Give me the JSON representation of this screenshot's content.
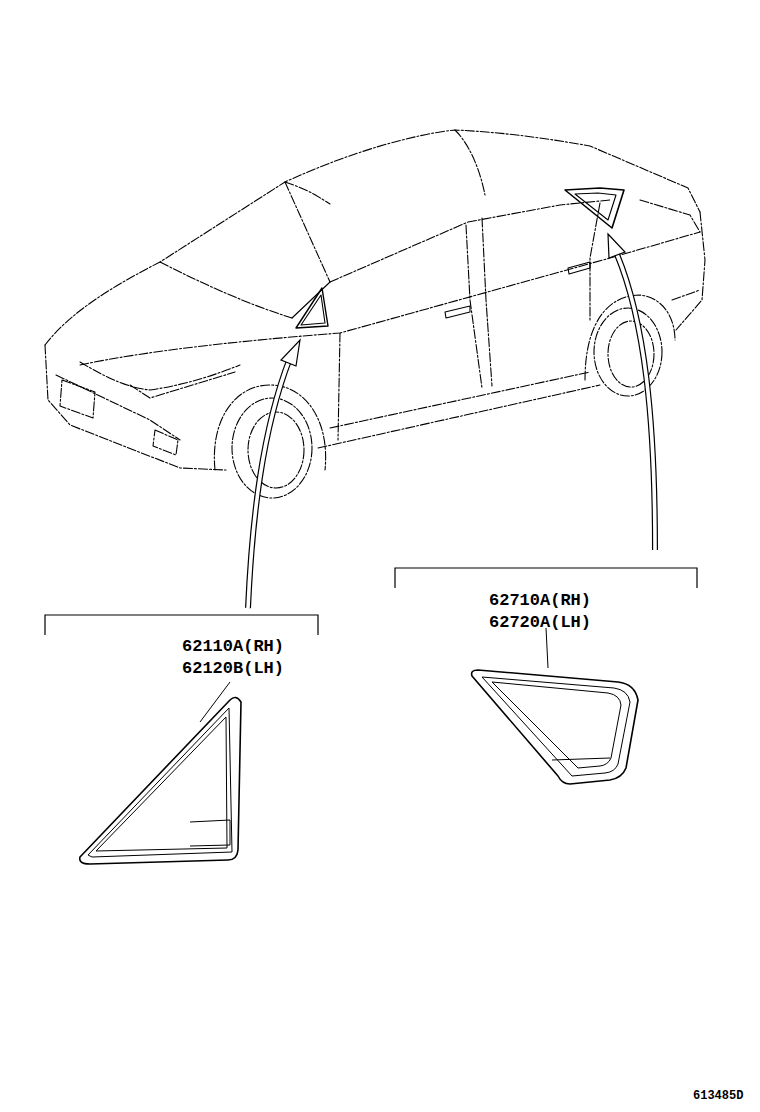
{
  "diagram": {
    "labels": [
      "62110A(RH)",
      "62120B(LH)",
      "62710A(RH)",
      "62720A(LH)",
      "613485D"
    ]
  }
}
